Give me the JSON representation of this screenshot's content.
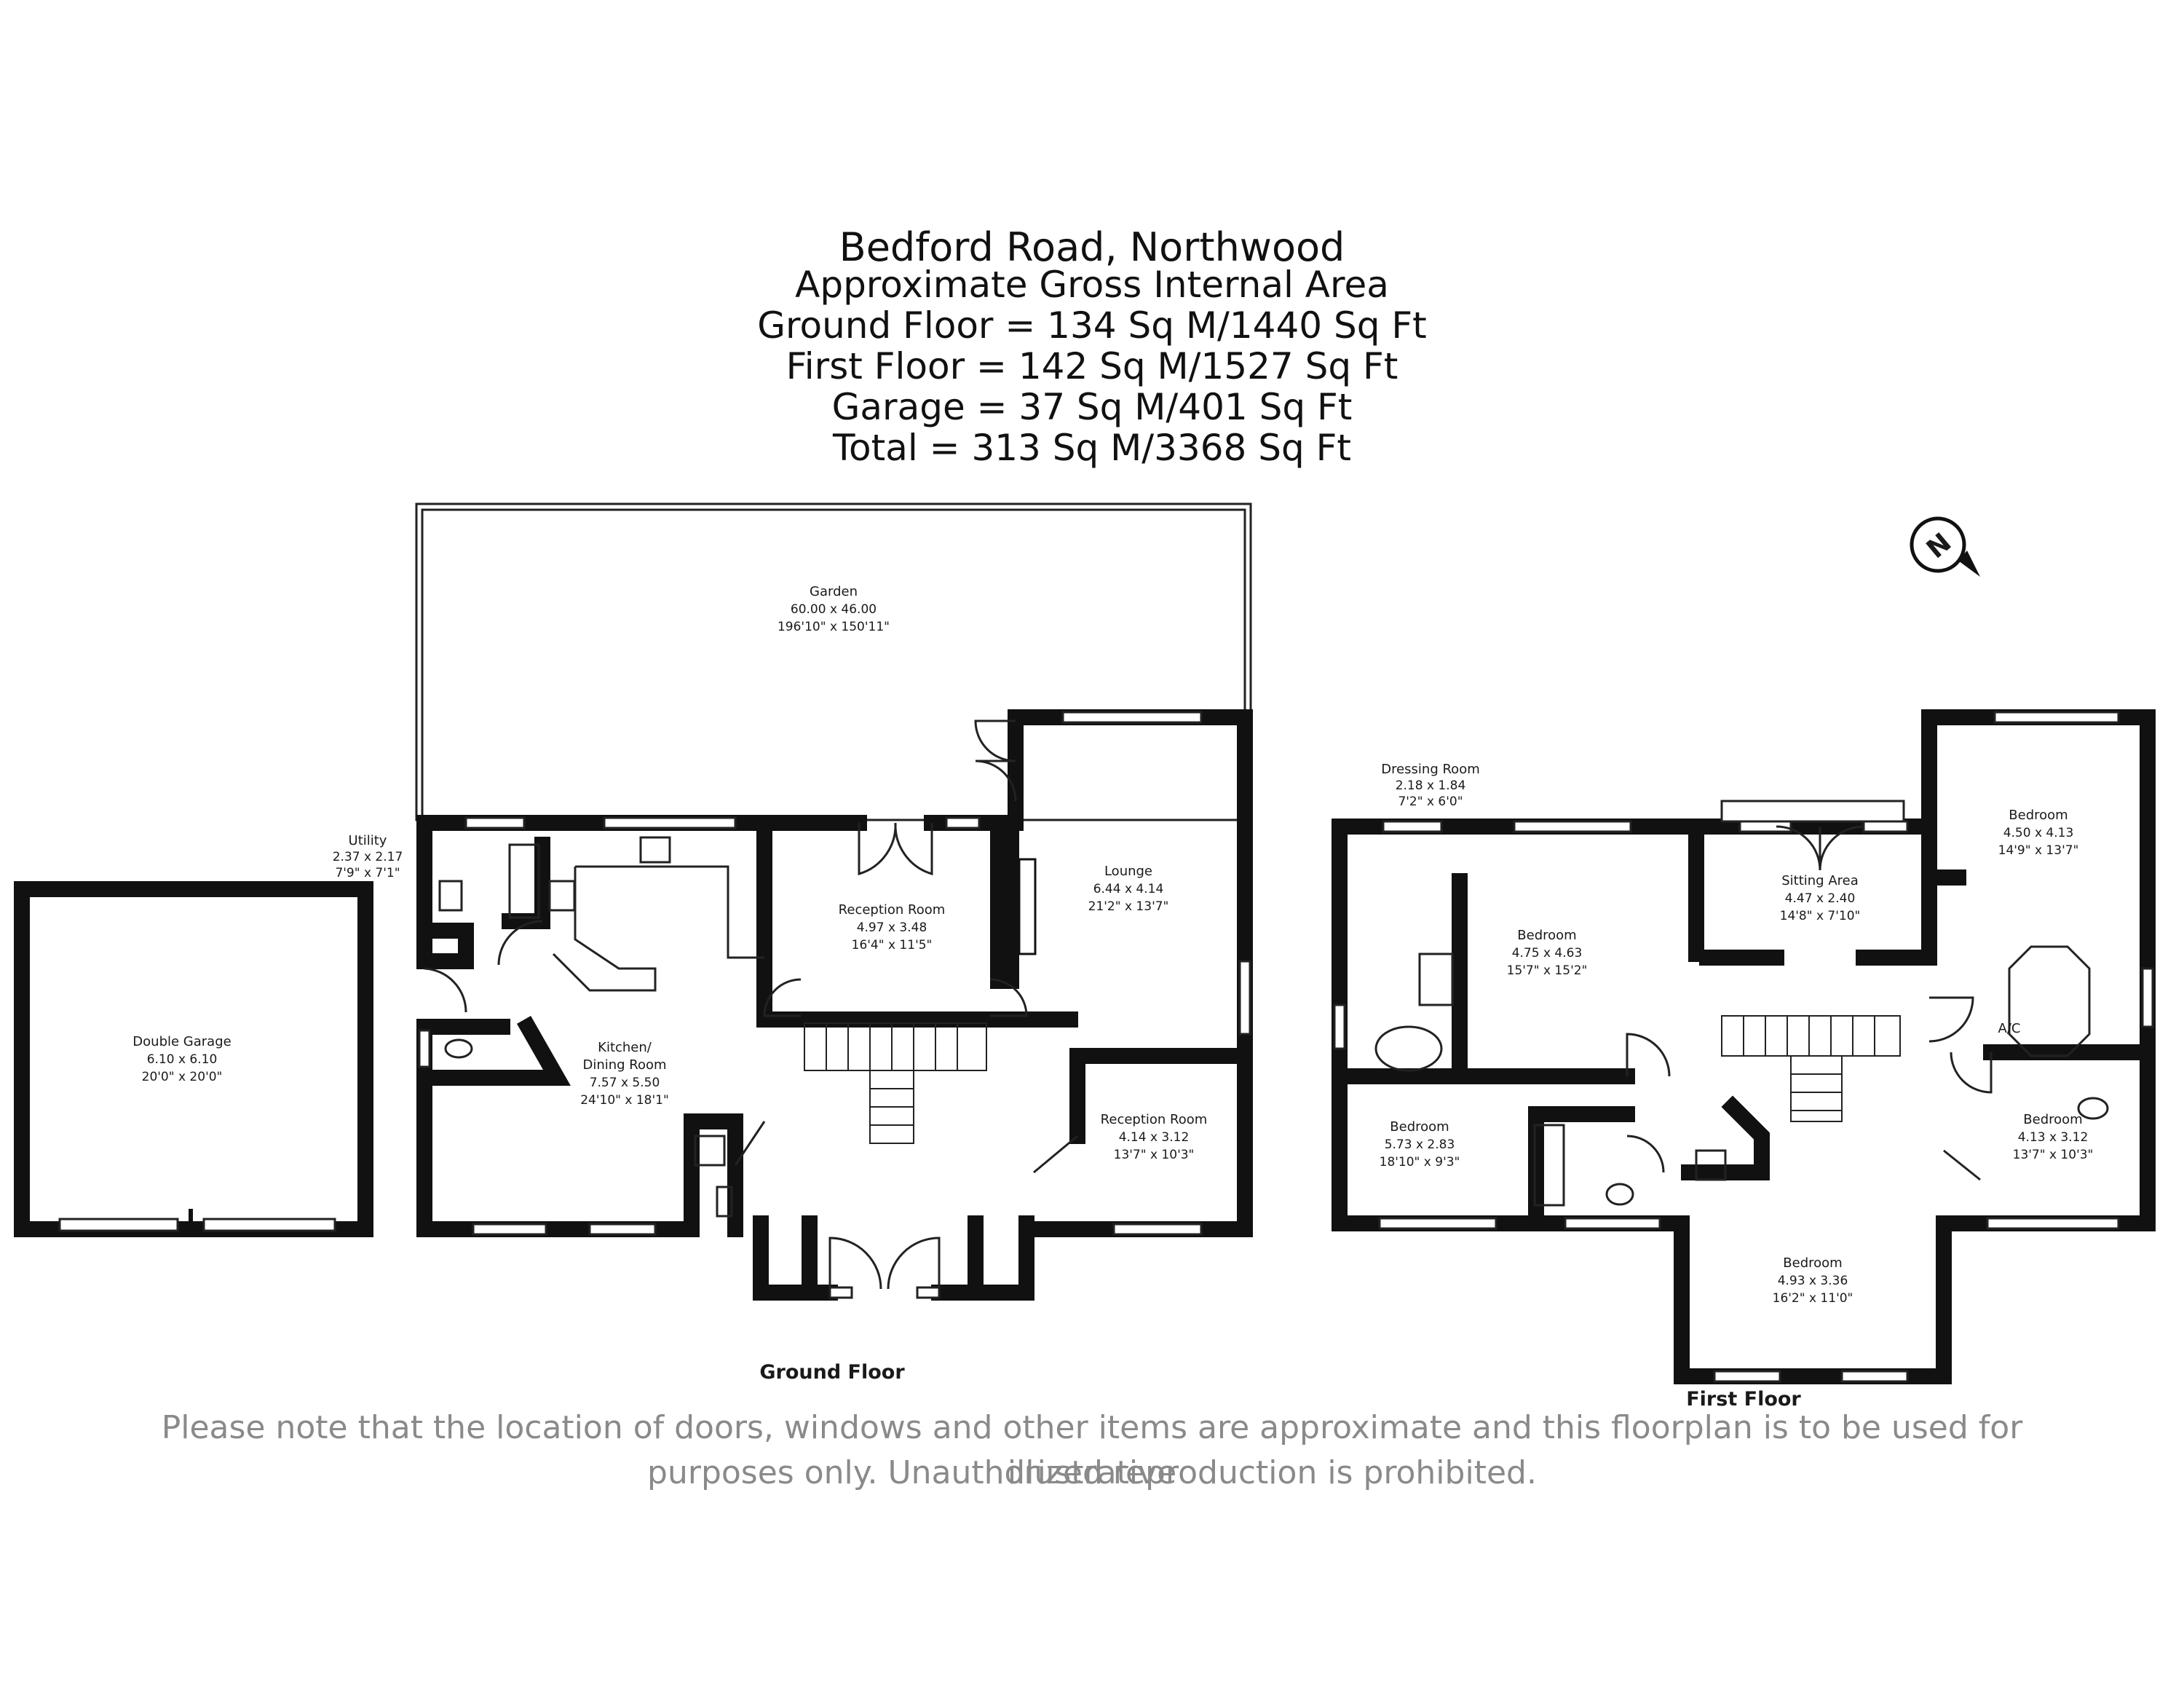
{
  "header": {
    "title": "Bedford Road, Northwood",
    "subtitle": "Approximate Gross Internal Area",
    "areas": [
      "Ground Floor = 134 Sq M/1440 Sq Ft",
      "First Floor = 142 Sq M/1527 Sq Ft",
      "Garage = 37 Sq M/401 Sq Ft",
      "Total = 313 Sq M/3368 Sq Ft"
    ]
  },
  "compass": {
    "letter": "N"
  },
  "ground_floor": {
    "label": "Ground Floor",
    "rooms": {
      "garden": {
        "name": "Garden",
        "metric": "60.00 x 46.00",
        "imperial": "196'10\" x 150'11\""
      },
      "utility": {
        "name": "Utility",
        "metric": "2.37 x 2.17",
        "imperial": "7'9\" x 7'1\""
      },
      "garage": {
        "name": "Double Garage",
        "metric": "6.10 x 6.10",
        "imperial": "20'0\" x 20'0\""
      },
      "kitchen": {
        "name": "Kitchen/",
        "name2": "Dining Room",
        "metric": "7.57 x 5.50",
        "imperial": "24'10\" x 18'1\""
      },
      "reception1": {
        "name": "Reception Room",
        "metric": "4.97 x 3.48",
        "imperial": "16'4\" x 11'5\""
      },
      "lounge": {
        "name": "Lounge",
        "metric": "6.44 x 4.14",
        "imperial": "21'2\" x 13'7\""
      },
      "reception2": {
        "name": "Reception Room",
        "metric": "4.14 x 3.12",
        "imperial": "13'7\" x 10'3\""
      }
    }
  },
  "first_floor": {
    "label": "First Floor",
    "rooms": {
      "dressing": {
        "name": "Dressing Room",
        "metric": "2.18 x 1.84",
        "imperial": "7'2\" x 6'0\""
      },
      "bed_main": {
        "name": "Bedroom",
        "metric": "4.75 x 4.63",
        "imperial": "15'7\" x 15'2\""
      },
      "sitting": {
        "name": "Sitting Area",
        "metric": "4.47 x 2.40",
        "imperial": "14'8\" x 7'10\""
      },
      "bed_ne": {
        "name": "Bedroom",
        "metric": "4.50 x 4.13",
        "imperial": "14'9\" x 13'7\""
      },
      "bed_sw": {
        "name": "Bedroom",
        "metric": "5.73 x 2.83",
        "imperial": "18'10\" x 9'3\""
      },
      "bed_se": {
        "name": "Bedroom",
        "metric": "4.13 x 3.12",
        "imperial": "13'7\" x 10'3\""
      },
      "bed_s": {
        "name": "Bedroom",
        "metric": "4.93 x 3.36",
        "imperial": "16'2\" x 11'0\""
      },
      "ac": {
        "name": "A/C"
      }
    }
  },
  "disclaimer": {
    "line1": "Please note that the location of doors, windows and other items are approximate and this floorplan is to be used for illustrative",
    "line2": "purposes only. Unauthorized reproduction is prohibited."
  }
}
